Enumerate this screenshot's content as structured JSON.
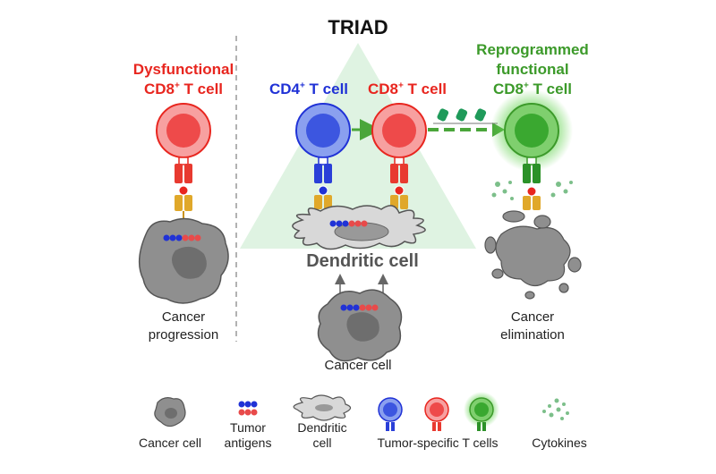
{
  "title": "TRIAD",
  "left_panel": {
    "cell_label_line1": "Dysfunctional",
    "cell_label_prefix": "CD8",
    "cell_label_sup": "+",
    "cell_label_suffix": " T cell",
    "caption_line1": "Cancer",
    "caption_line2": "progression"
  },
  "center_panel": {
    "cd4_prefix": "CD4",
    "cd4_sup": "+",
    "cd4_suffix": " T cell",
    "cd8_prefix": "CD8",
    "cd8_sup": "+",
    "cd8_suffix": " T cell",
    "dendritic_label": "Dendritic cell",
    "cancer_cell_label": "Cancer cell"
  },
  "right_panel": {
    "label_line1": "Reprogrammed",
    "label_line2": "functional",
    "label_prefix": "CD8",
    "label_sup": "+",
    "label_suffix": " T cell",
    "caption_line1": "Cancer",
    "caption_line2": "elimination"
  },
  "legend": {
    "cancer_cell": "Cancer cell",
    "tumor_antigens_line1": "Tumor",
    "tumor_antigens_line2": "antigens",
    "dendritic_line1": "Dendritic",
    "dendritic_line2": "cell",
    "t_cells": "Tumor-specific T cells",
    "cytokines": "Cytokines"
  },
  "colors": {
    "red": "#e8261f",
    "blue": "#2032d6",
    "green": "#3c9a2a",
    "triangle": "#dff3e2",
    "receptor_gold": "#e0a82a"
  }
}
